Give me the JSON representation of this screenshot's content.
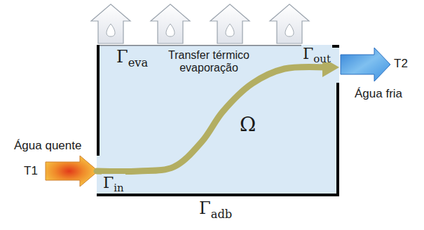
{
  "diagram": {
    "nodes": [
      {
        "text": [
          "Γeva",
          "Transfer térmico evaporação",
          "Γout",
          "Ω",
          "Γin"
        ]
      }
    ],
    "labels": [
      "Água quente",
      "T1",
      "T2",
      "Água fria",
      "Γadb"
    ]
  }
}
